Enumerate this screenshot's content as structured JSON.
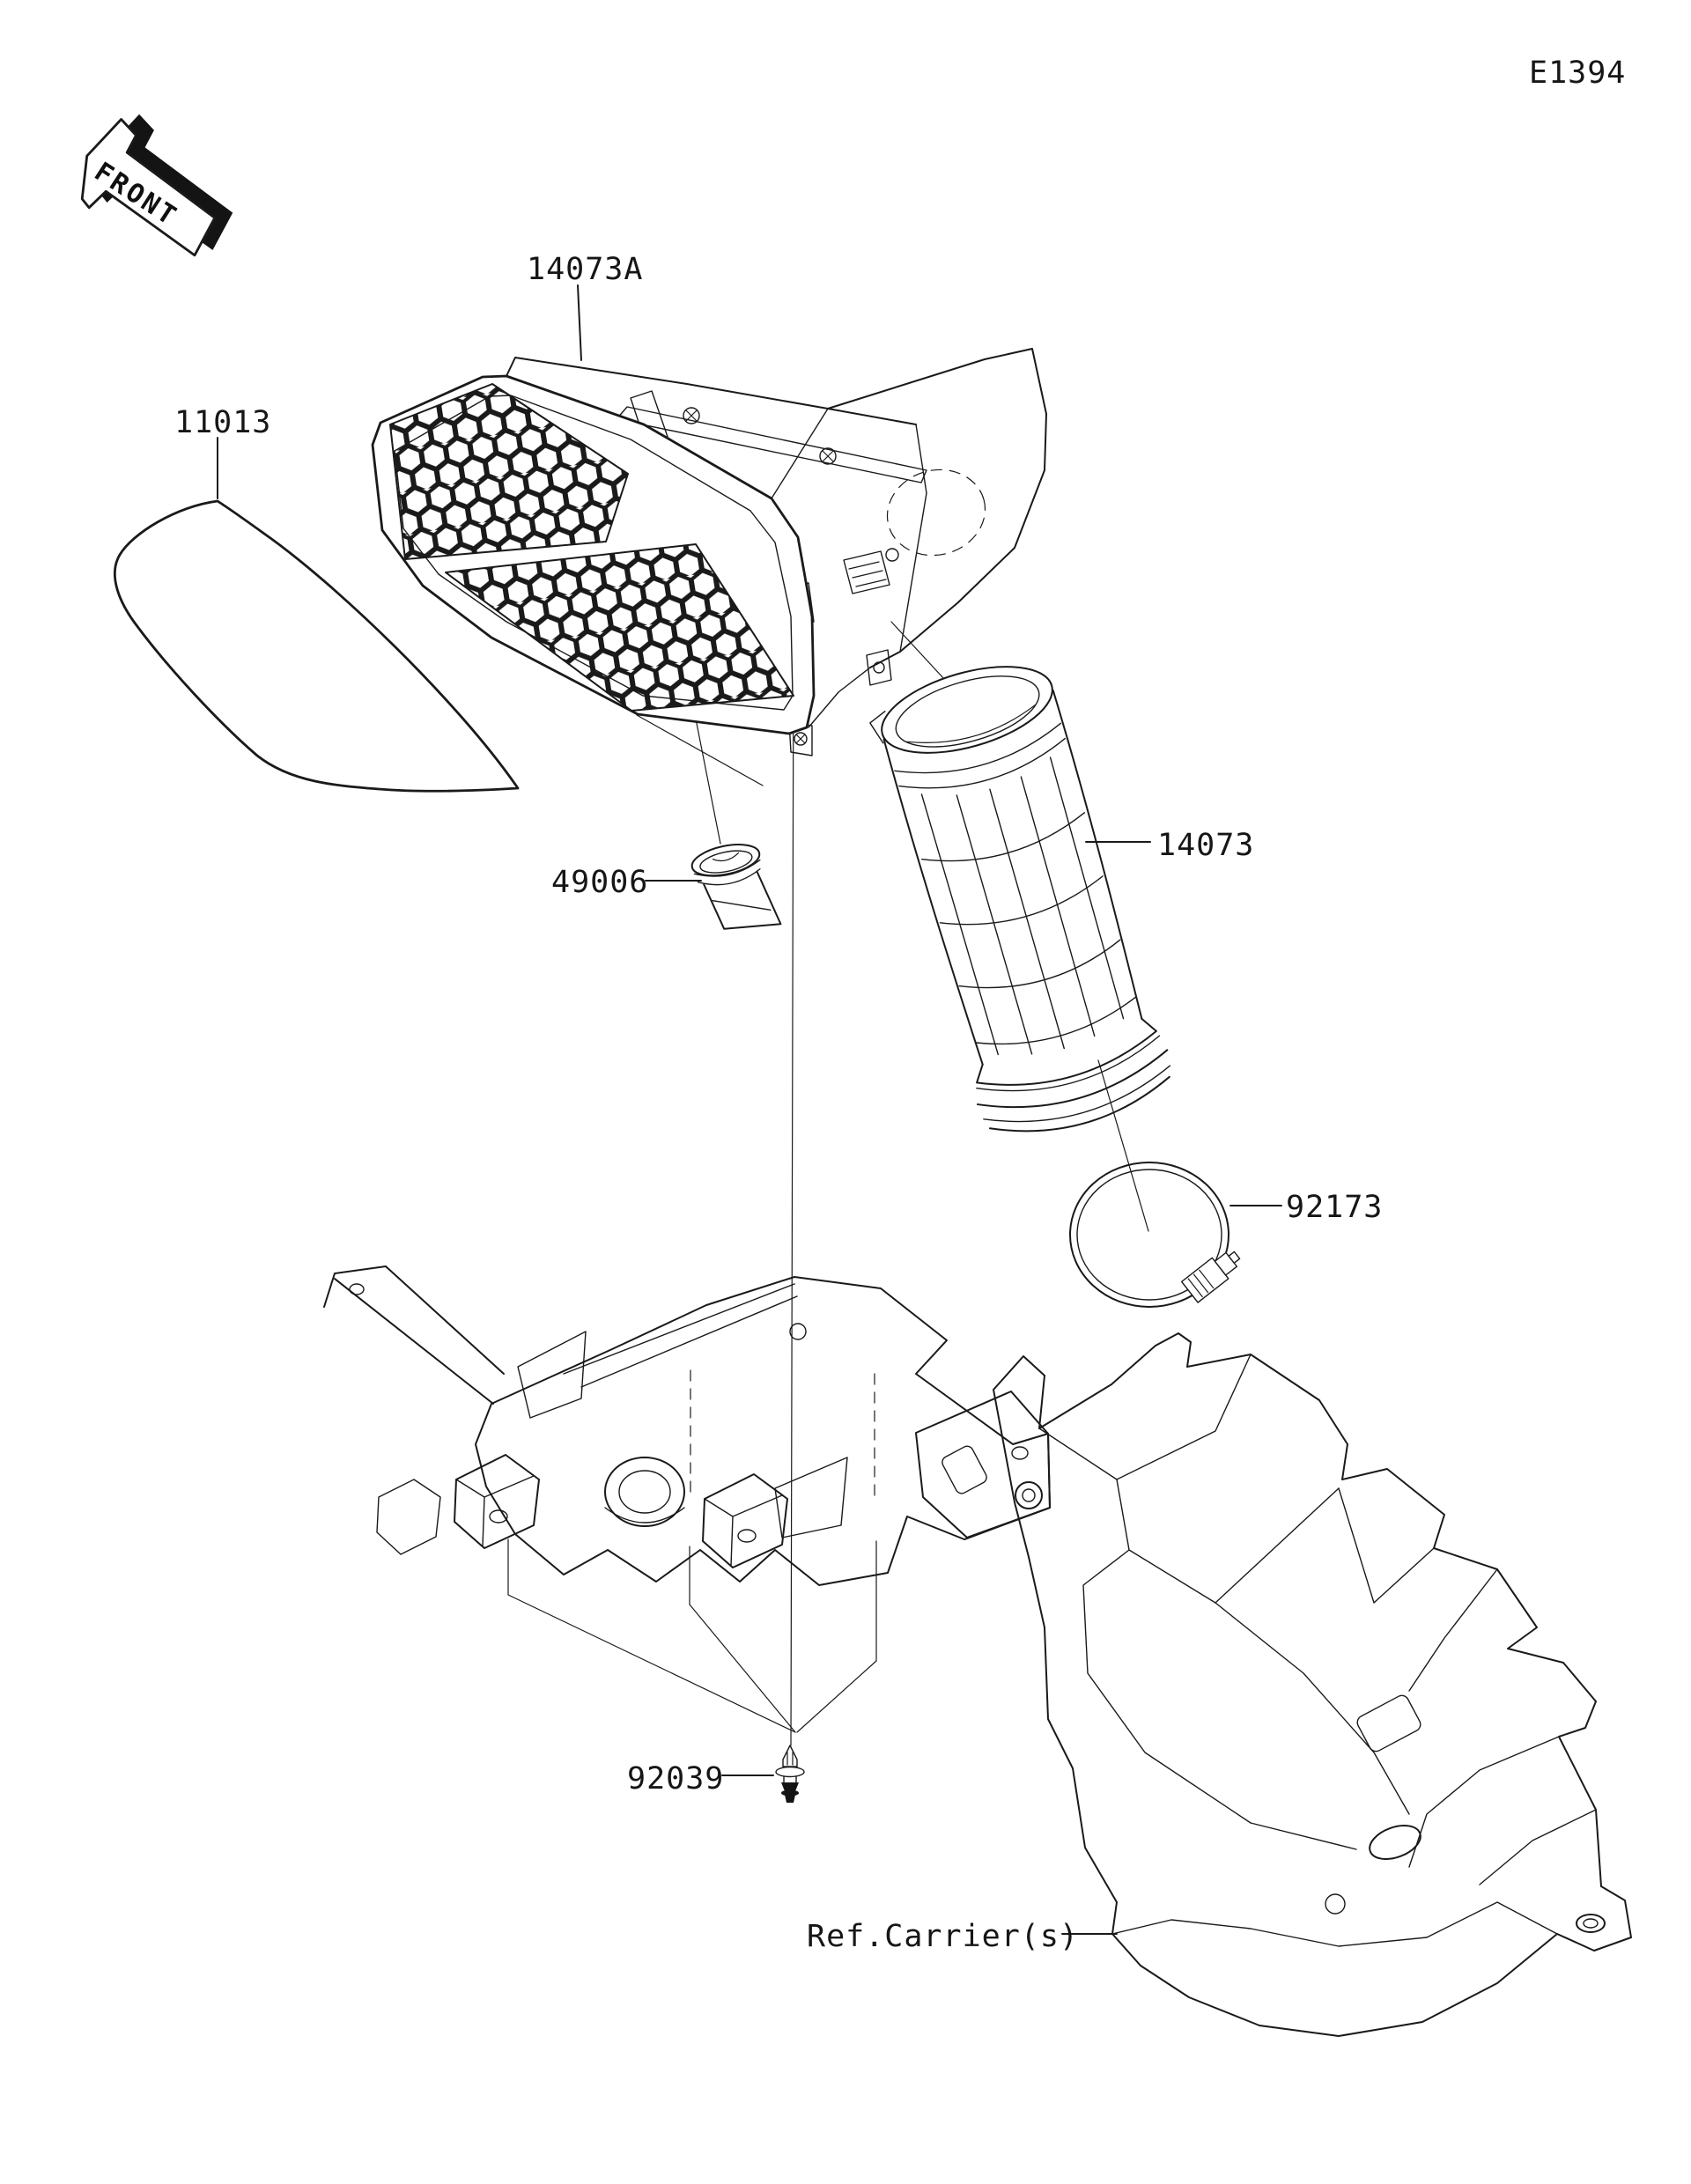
{
  "diagram": {
    "page_code": "E1394",
    "orientation_marker": "FRONT",
    "reference_note": "Ref.Carrier(s)",
    "ink_color": "#1a1a1a",
    "background_color": "#ffffff",
    "labels": {
      "p14073A": "14073A",
      "p11013": "11013",
      "p49006": "49006",
      "p14073": "14073",
      "p92173": "92173",
      "p92039": "92039"
    },
    "parts": [
      {
        "number": "14073A",
        "callout": "air-cleaner-housing-with-grille"
      },
      {
        "number": "11013",
        "callout": "element-panel"
      },
      {
        "number": "49006",
        "callout": "drain-boot-cap"
      },
      {
        "number": "14073",
        "callout": "air-duct-screen-cylinder"
      },
      {
        "number": "92173",
        "callout": "hose-clamp"
      },
      {
        "number": "92039",
        "callout": "rivet-screw"
      }
    ]
  }
}
